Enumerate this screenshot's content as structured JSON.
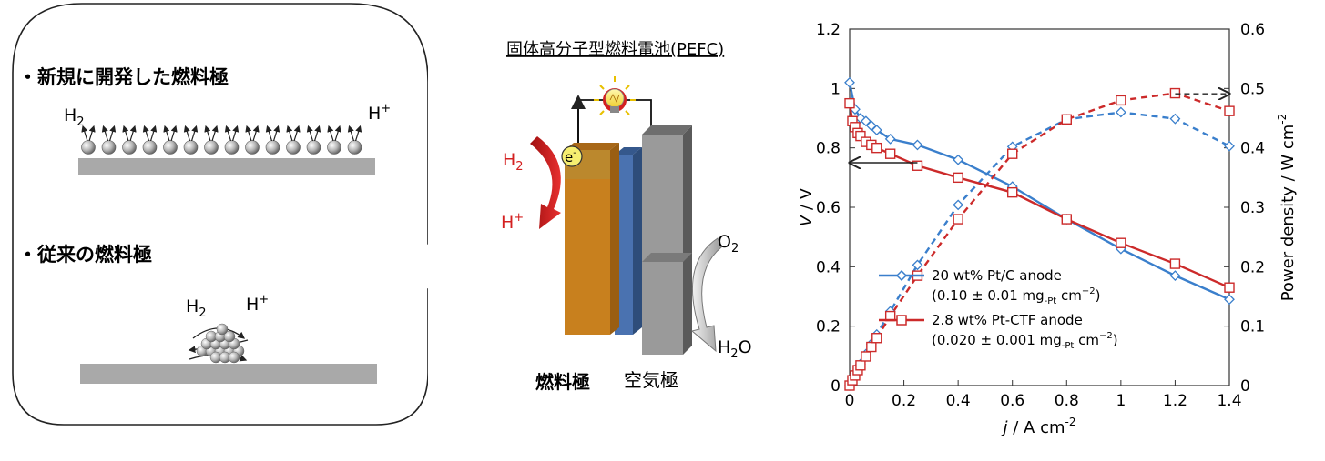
{
  "left_panel": {
    "new_anode_label": "・新規に開発した燃料極",
    "h2_label": "H",
    "h2_sub": "2",
    "hplus_label": "H",
    "hplus_sup": "+",
    "conventional_anode_label": "・従来の燃料極",
    "conv_h2_label": "H",
    "conv_h2_sub": "2",
    "conv_hplus_label": "H",
    "conv_hplus_sup": "+"
  },
  "middle_panel": {
    "title": "固体高分子型燃料電池(PEFC)",
    "h2_label": "H",
    "h2_sub": "2",
    "hplus_label": "H",
    "hplus_sup": "+",
    "electron_label": "e",
    "electron_sup": "-",
    "o2_label": "O",
    "o2_sub": "2",
    "h2o_label": "H",
    "h2o_sub": "2",
    "h2o_end": "O",
    "anode_label": "燃料極",
    "cathode_label": "空気極",
    "colors": {
      "anode": "#c8801e",
      "membrane": "#4a72b0",
      "cathode": "#8c8c8c",
      "red": "#d42020"
    }
  },
  "chart_data": {
    "type": "line",
    "xlabel_italic": "j",
    "xlabel_rest": " / A cm",
    "xlabel_sup": "-2",
    "ylabel_left_italic": "V",
    "ylabel_left_rest": " / V",
    "ylabel_right": "Power density / W cm",
    "ylabel_right_sup": "-2",
    "xlim": [
      0,
      1.4
    ],
    "ylim_left": [
      0,
      1.2
    ],
    "ylim_right": [
      0,
      0.6
    ],
    "x_ticks": [
      "0",
      "0.2",
      "0.4",
      "0.6",
      "0.8",
      "1",
      "1.2",
      "1.4"
    ],
    "y_left_ticks": [
      "0",
      "0.2",
      "0.4",
      "0.6",
      "0.8",
      "1",
      "1.2"
    ],
    "y_right_ticks": [
      "0",
      "0.1",
      "0.2",
      "0.3",
      "0.4",
      "0.5",
      "0.6"
    ],
    "series": [
      {
        "name": "20 wt% Pt/C anode",
        "legend_line2_pre": "(0.10 ± 0.01 mg",
        "legend_line2_sub": "-Pt",
        "legend_line2_post": " cm",
        "legend_line2_sup": "−2",
        "legend_line2_end": ")",
        "color": "#3a7fcc",
        "marker": "diamond",
        "voltage": {
          "x": [
            0,
            0.02,
            0.04,
            0.06,
            0.08,
            0.1,
            0.15,
            0.25,
            0.4,
            0.6,
            0.8,
            1.0,
            1.2,
            1.4
          ],
          "y": [
            1.02,
            0.93,
            0.9,
            0.89,
            0.875,
            0.86,
            0.83,
            0.81,
            0.76,
            0.67,
            0.56,
            0.46,
            0.37,
            0.29
          ]
        },
        "power": {
          "x": [
            0,
            0.02,
            0.04,
            0.06,
            0.08,
            0.1,
            0.15,
            0.25,
            0.4,
            0.6,
            0.8,
            1.0,
            1.2,
            1.4
          ],
          "y": [
            0,
            0.019,
            0.036,
            0.053,
            0.07,
            0.086,
            0.125,
            0.203,
            0.304,
            0.402,
            0.448,
            0.46,
            0.449,
            0.403
          ]
        }
      },
      {
        "name": "2.8 wt% Pt-CTF anode",
        "legend_line2_pre": "(0.020 ± 0.001 mg",
        "legend_line2_sub": "-Pt",
        "legend_line2_post": " cm",
        "legend_line2_sup": "−2",
        "legend_line2_end": ")",
        "color": "#cc2a2a",
        "marker": "square",
        "voltage": {
          "x": [
            0,
            0.01,
            0.02,
            0.03,
            0.04,
            0.06,
            0.08,
            0.1,
            0.15,
            0.25,
            0.4,
            0.6,
            0.8,
            1.0,
            1.2,
            1.4
          ],
          "y": [
            0.95,
            0.89,
            0.87,
            0.85,
            0.84,
            0.82,
            0.81,
            0.8,
            0.78,
            0.74,
            0.7,
            0.65,
            0.56,
            0.48,
            0.41,
            0.33
          ]
        },
        "power": {
          "x": [
            0,
            0.01,
            0.02,
            0.03,
            0.04,
            0.06,
            0.08,
            0.1,
            0.15,
            0.25,
            0.4,
            0.6,
            0.8,
            1.0,
            1.2,
            1.4
          ],
          "y": [
            0,
            0.009,
            0.017,
            0.026,
            0.034,
            0.049,
            0.065,
            0.08,
            0.117,
            0.185,
            0.28,
            0.39,
            0.448,
            0.48,
            0.492,
            0.462
          ]
        }
      }
    ]
  }
}
